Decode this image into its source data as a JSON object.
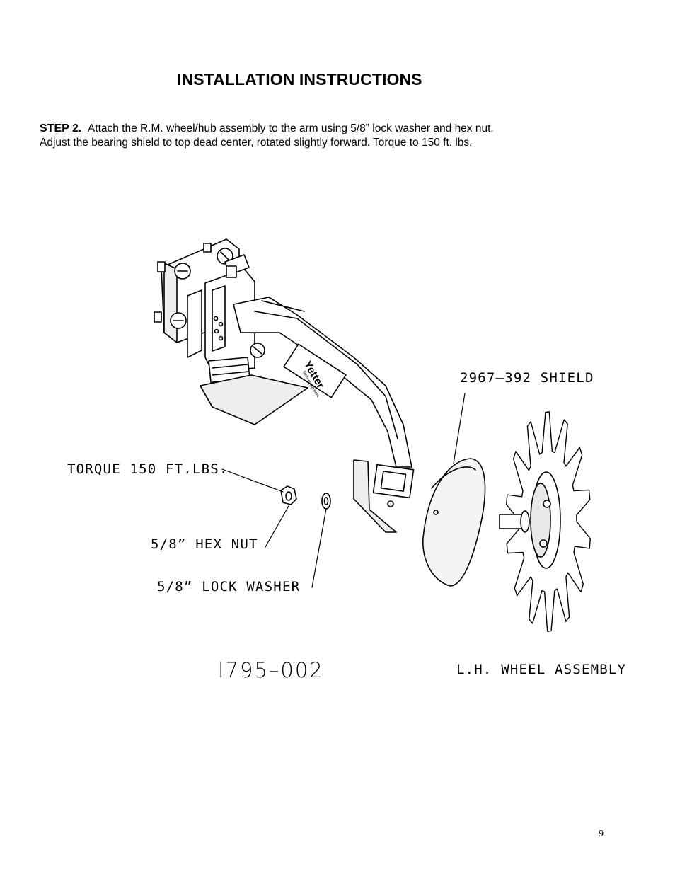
{
  "header": {
    "title": "INSTALLATION INSTRUCTIONS"
  },
  "step": {
    "label": "STEP 2.",
    "line1": "Attach the R.M. wheel/hub assembly to the arm using 5/8” lock washer and hex nut.",
    "line2": "Adjust the bearing shield to top dead center, rotated slightly forward.  Torque to 150 ft. lbs."
  },
  "diagram": {
    "callouts": {
      "shield": "2967–392 SHIELD",
      "torque": "TORQUE 150 FT.LBS.",
      "hex_nut": "5/8” HEX NUT",
      "lock_washer": "5/8” LOCK WASHER",
      "wheel": "L.H. WHEEL ASSEMBLY"
    },
    "drawing_number": "I795–002",
    "brand_text": "Yetter",
    "brand_subtext": "farm equipment"
  },
  "footer": {
    "page_number": "9"
  }
}
